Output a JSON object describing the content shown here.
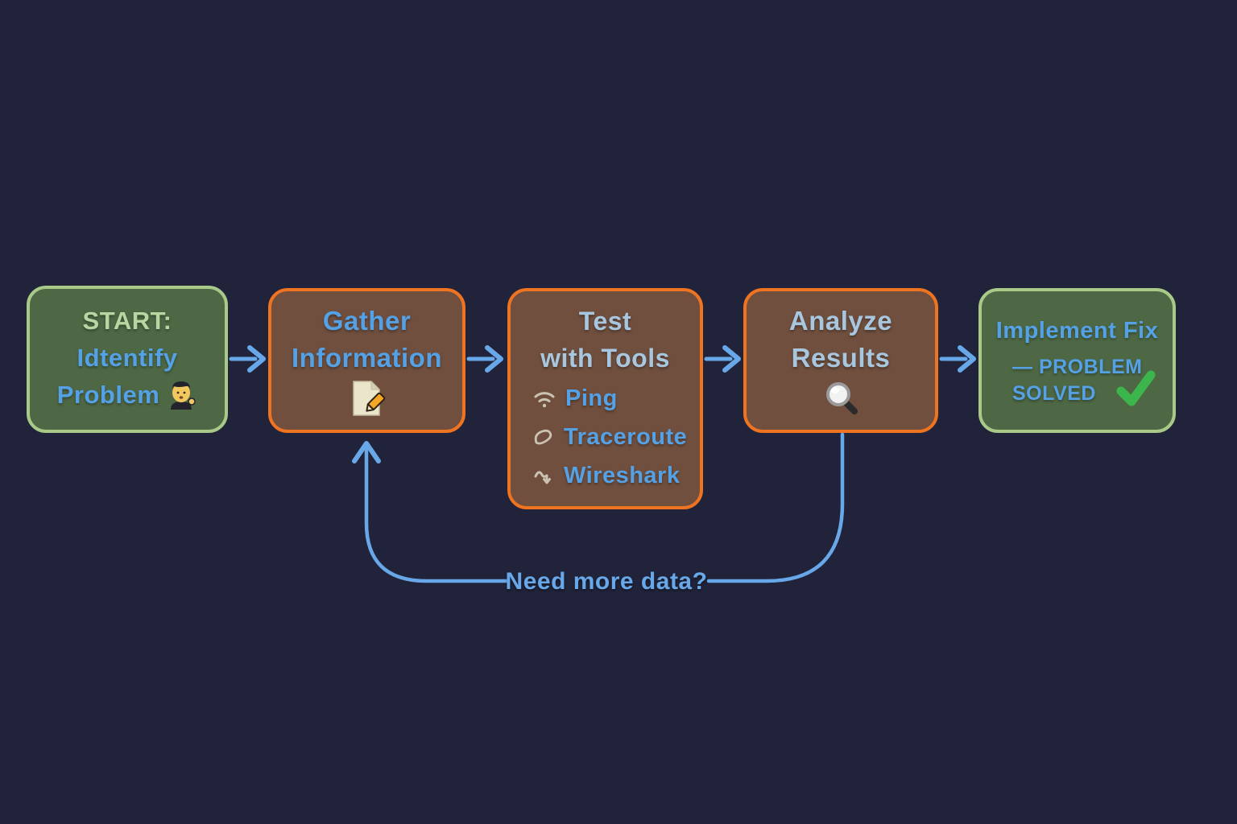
{
  "diagram": {
    "title_implied": "Network troubleshooting flowchart",
    "background": "#20233a",
    "colors": {
      "arrow_blue": "#68a7e8",
      "text_blue": "#55a1e6",
      "text_light_blue": "#a8c6de",
      "start_green_text": "#b9d6a2",
      "green_node_fill": "#4e6845",
      "green_node_border": "#a9c989",
      "orange_node_fill": "#704f3e",
      "orange_node_border": "#ee7421",
      "icon_beige": "#cac3b1",
      "check_green": "#3db54d"
    },
    "nodes": {
      "start": {
        "icon": "person-shrugging",
        "title": "START:",
        "line1": "Idtentify",
        "line2": "Problem"
      },
      "gather": {
        "icon": "memo",
        "line1": "Gather",
        "line2": "Information"
      },
      "test": {
        "line1": "Test",
        "line2": "with Tools",
        "tools": [
          {
            "icon": "wifi-signal",
            "name": "Ping"
          },
          {
            "icon": "loop",
            "name": "Traceroute"
          },
          {
            "icon": "wave-down-arrow",
            "name": "Wireshark"
          }
        ]
      },
      "analyze": {
        "icon": "magnifying-glass",
        "line1": "Analyze",
        "line2": "Results"
      },
      "fix": {
        "icon": "check-mark",
        "line1": "Implement Fix",
        "line2": "— PROBLEM",
        "line3": "SOLVED"
      }
    },
    "feedback": {
      "label": "Need more data?"
    }
  }
}
